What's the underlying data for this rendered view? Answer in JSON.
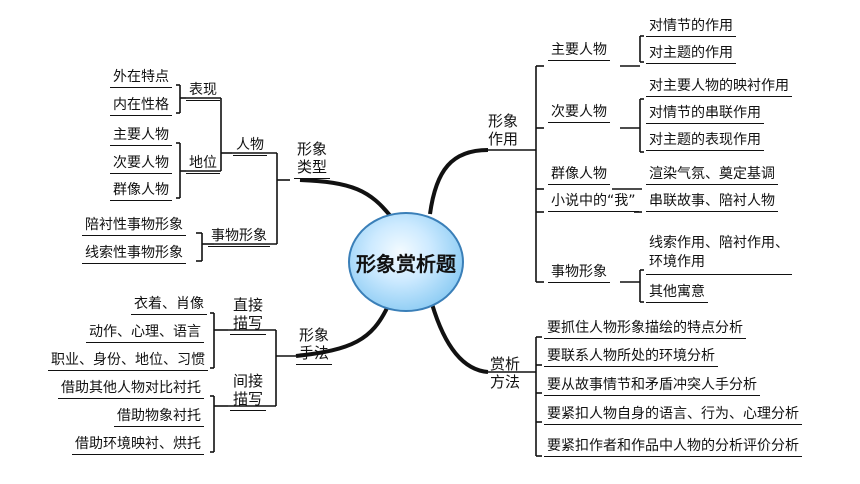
{
  "center": "形象赏析题",
  "left_top": {
    "branch": "形象类型",
    "branch_lines": [
      "形象",
      "类型"
    ],
    "person": {
      "label": "人物",
      "expression": {
        "label": "表现",
        "items": [
          "外在特点",
          "内在性格"
        ]
      },
      "status": {
        "label": "地位",
        "items": [
          "主要人物",
          "次要人物",
          "群像人物"
        ]
      }
    },
    "object": {
      "label": "事物形象",
      "items": [
        "陪衬性事物形象",
        "线索性事物形象"
      ]
    }
  },
  "left_bottom": {
    "branch": "形象手法",
    "branch_lines": [
      "形象",
      "手法"
    ],
    "direct": {
      "label": "直接描写",
      "label_lines": [
        "直接",
        "描写"
      ],
      "items": [
        "衣着、肖像",
        "动作、心理、语言",
        "职业、身份、地位、习惯"
      ]
    },
    "indirect": {
      "label": "间接描写",
      "label_lines": [
        "间接",
        "描写"
      ],
      "items": [
        "借助其他人物对比衬托",
        "借助物象衬托",
        "借助环境映衬、烘托"
      ]
    }
  },
  "right_top": {
    "branch": "形象作用",
    "branch_lines": [
      "形象",
      "作用"
    ],
    "groups": [
      {
        "label": "主要人物",
        "items": [
          "对情节的作用",
          "对主题的作用"
        ]
      },
      {
        "label": "次要人物",
        "items": [
          "对主要人物的映衬作用",
          "对情节的串联作用",
          "对主题的表现作用"
        ]
      },
      {
        "label": "群像人物",
        "items": [
          "渲染气氛、奠定基调"
        ]
      },
      {
        "label": "小说中的“我”",
        "items": [
          "串联故事、陪衬人物"
        ]
      },
      {
        "label": "事物形象",
        "items": [
          "线索作用、陪衬作用、环境作用",
          "其他寓意"
        ],
        "item0_lines": [
          "线索作用、陪衬作用、",
          "环境作用"
        ]
      }
    ]
  },
  "right_bottom": {
    "branch": "赏析方法",
    "branch_lines": [
      "赏析",
      "方法"
    ],
    "items": [
      "要抓住人物形象描绘的特点分析",
      "要联系人物所处的环境分析",
      "要从故事情节和矛盾冲突人手分析",
      "要紧扣人物自身的语言、行为、心理分析",
      "要紧扣作者和作品中人物的分析评价分析"
    ]
  },
  "colors": {
    "line": "#111111",
    "center_fill": "#9fd6f6",
    "center_border": "#3a7fb8"
  }
}
